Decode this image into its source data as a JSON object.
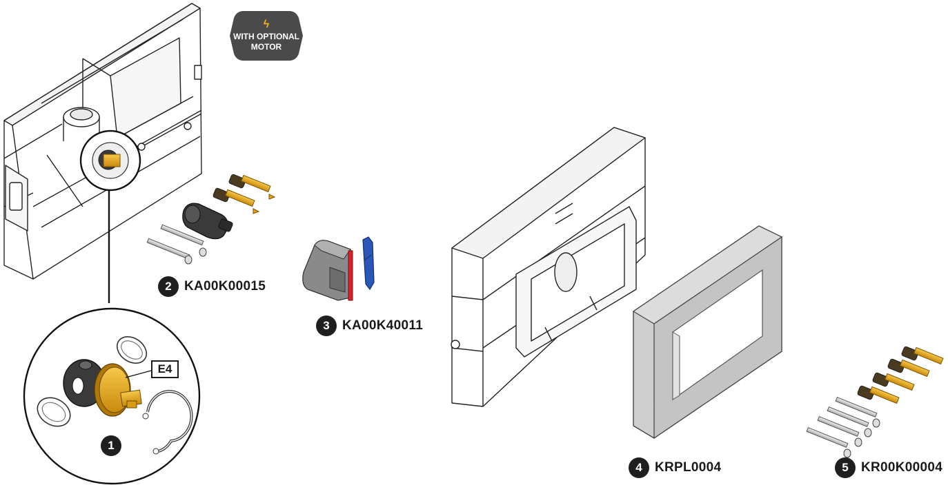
{
  "badge": {
    "icon": "lightning-bolt-icon",
    "line1": "WITH OPTIONAL",
    "line2": "MOTOR",
    "bg_color": "#4a4a4a",
    "icon_color": "#f2b21a"
  },
  "detail_tag": "E4",
  "parts": [
    {
      "number": "1",
      "code": ""
    },
    {
      "number": "2",
      "code": "KA00K00015"
    },
    {
      "number": "3",
      "code": "KA00K40011"
    },
    {
      "number": "4",
      "code": "KRPL0004"
    },
    {
      "number": "5",
      "code": "KR00K00004"
    }
  ],
  "colors": {
    "brass": "#e8a317",
    "dark_part": "#3a3a3a",
    "frame_gray": "#cfcfcf",
    "blue_clip": "#2a57b8",
    "red_strip": "#d8232a",
    "outline": "#222222"
  }
}
